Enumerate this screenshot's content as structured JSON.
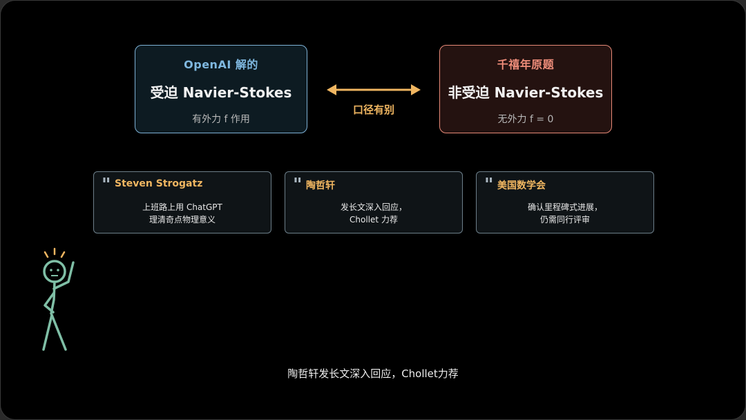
{
  "colors": {
    "background": "#000000",
    "left_accent": "#7fb3d8",
    "right_accent": "#e88a78",
    "highlight": "#f0b661",
    "figure": "#7fbfa6"
  },
  "diagram": {
    "left_card": {
      "tag": "OpenAI 解的",
      "title": "受迫 Navier-Stokes",
      "subtitle": "有外力 f 作用"
    },
    "right_card": {
      "tag": "千禧年原题",
      "title": "非受迫 Navier-Stokes",
      "subtitle": "无外力 f = 0"
    },
    "connector": {
      "label": "口径有别"
    }
  },
  "quotes": [
    {
      "author": "Steven Strogatz",
      "line1": "上班路上用 ChatGPT",
      "line2": "理清奇点物理意义"
    },
    {
      "author": "陶哲轩",
      "line1": "发长文深入回应，",
      "line2": "Chollet 力荐"
    },
    {
      "author": "美国数学会",
      "line1": "确认里程碑式进展，",
      "line2": "仍需同行评审"
    }
  ],
  "caption": "陶哲轩发长文深入回应，Chollet力荐"
}
